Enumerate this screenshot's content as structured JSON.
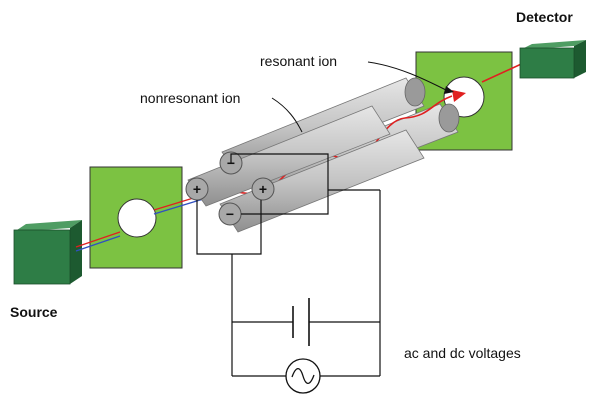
{
  "labels": {
    "detector": "Detector",
    "source": "Source",
    "resonant_ion": "resonant ion",
    "nonresonant_ion": "nonresonant ion",
    "voltages": "ac and dc voltages"
  },
  "rod_signs": {
    "top": "−",
    "left": "+",
    "right": "+",
    "bottom": "−"
  },
  "colors": {
    "plate_green": "#7cc242",
    "box_green": "#2e7d46",
    "rod_gray": "#c7c7c7",
    "resonant_path": "#e02020",
    "nonresonant_path": "#3050c0"
  }
}
